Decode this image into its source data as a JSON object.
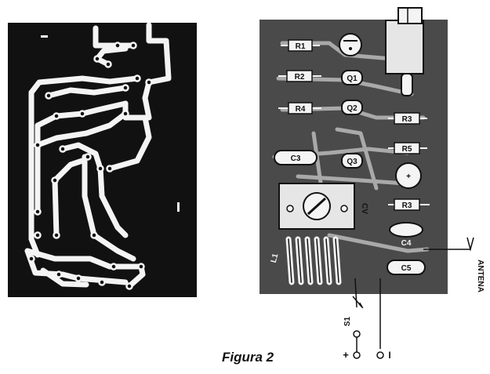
{
  "caption": "Figura 2",
  "components": {
    "resistors": [
      "R1",
      "R2",
      "R4",
      "R3",
      "R5",
      "R3"
    ],
    "transistors": [
      "Q1",
      "Q2",
      "Q3"
    ],
    "capacitors": [
      "C3",
      "C4",
      "C5"
    ],
    "trimmer": "CV",
    "coil": "L1",
    "switch": "S1"
  },
  "labels": {
    "antenna": "ANTENA",
    "plus": "+",
    "minus": "I"
  }
}
